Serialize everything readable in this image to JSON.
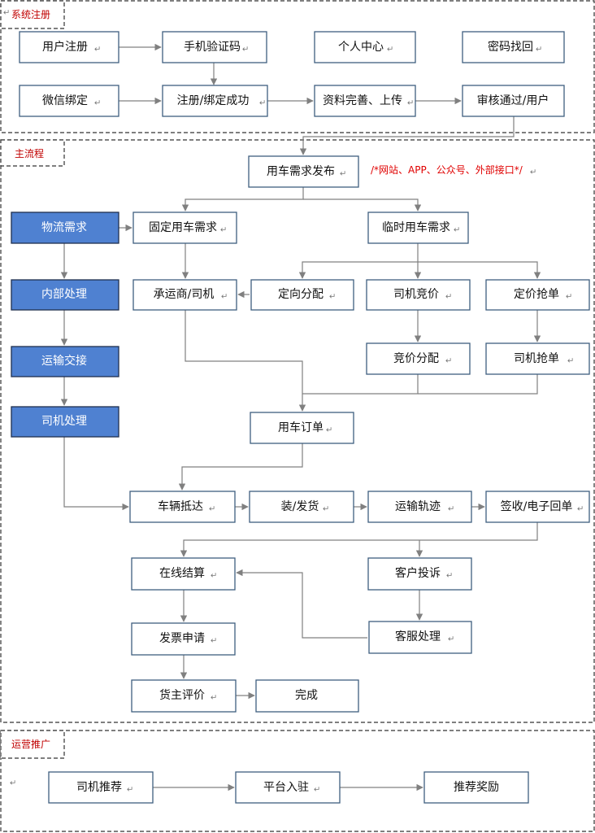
{
  "sections": {
    "registration": "系统注册",
    "main_flow": "主流程",
    "promotion": "运营推广"
  },
  "nodes": {
    "user_register": "用户注册",
    "sms_verify": "手机验证码",
    "personal_center": "个人中心",
    "password_recovery": "密码找回",
    "wechat_bind": "微信绑定",
    "register_success": "注册/绑定成功",
    "profile_upload": "资料完善、上传",
    "review_user": "审核通过/用户",
    "publish_demand": "用车需求发布",
    "logistics_demand": "物流需求",
    "internal_processing": "内部处理",
    "transport_handover": "运输交接",
    "driver_processing": "司机处理",
    "fixed_demand": "固定用车需求",
    "temp_demand": "临时用车需求",
    "carrier_driver": "承运商/司机",
    "directed_assign": "定向分配",
    "driver_bidding": "司机竞价",
    "fixed_price_grab": "定价抢单",
    "bid_assign": "竞价分配",
    "driver_grab": "司机抢单",
    "order": "用车订单",
    "vehicle_arrival": "车辆抵达",
    "loading": "装/发货",
    "transport_track": "运输轨迹",
    "sign_receipt": "签收/电子回单",
    "online_settlement": "在线结算",
    "customer_complaint": "客户投诉",
    "invoice_request": "发票申请",
    "customer_service": "客服处理",
    "shipper_review": "货主评价",
    "complete": "完成",
    "driver_recommend": "司机推荐",
    "platform_join": "平台入驻",
    "referral_reward": "推荐奖励"
  },
  "channel_note": "/*网站、APP、公众号、外部接口*/",
  "return_mark": "↵",
  "colors": {
    "accent_blue": "#4f81d1",
    "tag_red": "#c00000",
    "note_red": "#e00000",
    "connector_gray": "#808080"
  }
}
